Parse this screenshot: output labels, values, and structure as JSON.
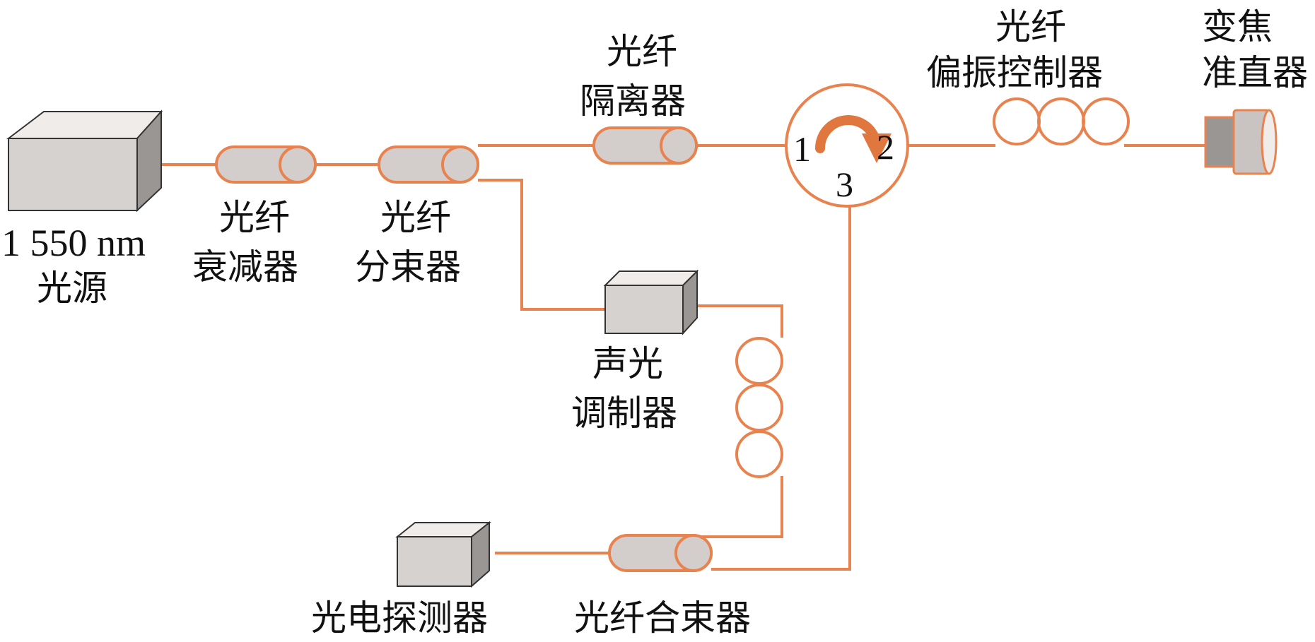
{
  "labels": {
    "source_line1": "1 550 nm",
    "source_line2": "光源",
    "attenuator_line1": "光纤",
    "attenuator_line2": "衰减器",
    "splitter_line1": "光纤",
    "splitter_line2": "分束器",
    "isolator_line1": "光纤",
    "isolator_line2": "隔离器",
    "polctrl_line1": "光纤",
    "polctrl_line2": "偏振控制器",
    "collimator_line1": "变焦",
    "collimator_line2": "准直器",
    "aom_line1": "声光",
    "aom_line2": "调制器",
    "detector": "光电探测器",
    "combiner": "光纤合束器"
  },
  "circulator_ports": {
    "p1": "1",
    "p2": "2",
    "p3": "3"
  },
  "colors": {
    "fiber": "#e8834f",
    "box_front": "#d6d2d0",
    "box_top": "#efecea",
    "box_side": "#9a9694",
    "comp_fill": "#d3cecb",
    "text": "#111111"
  }
}
